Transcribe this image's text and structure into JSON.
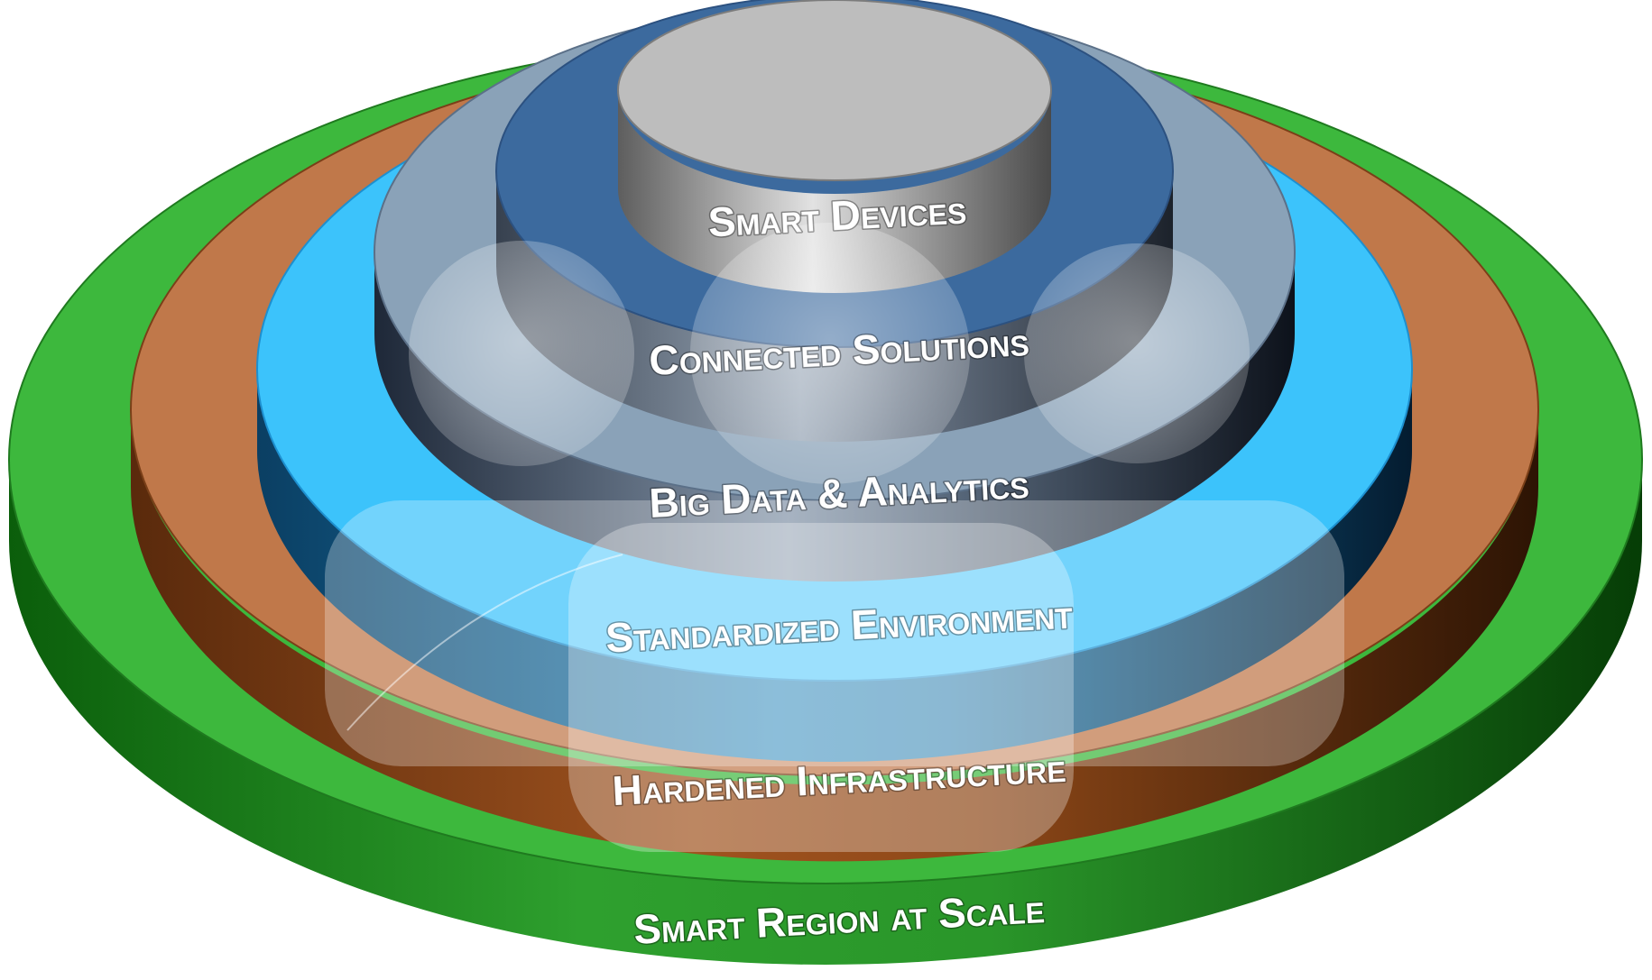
{
  "diagram": {
    "layers": [
      {
        "id": "smart-region",
        "label": "Smart Region at Scale",
        "color": "#3db83d"
      },
      {
        "id": "hardened-infrastructure",
        "label": "Hardened Infrastructure",
        "color": "#c0784a"
      },
      {
        "id": "standardized-environment",
        "label": "Standardized Environment",
        "color": "#3cc3fb"
      },
      {
        "id": "big-data-analytics",
        "label": "Big Data & Analytics",
        "color": "#8aa2b8"
      },
      {
        "id": "connected-solutions",
        "label": "Connected Solutions",
        "color": "#3c6a9e"
      },
      {
        "id": "smart-devices",
        "label": "Smart Devices",
        "color": "#bdbdbd"
      }
    ]
  }
}
